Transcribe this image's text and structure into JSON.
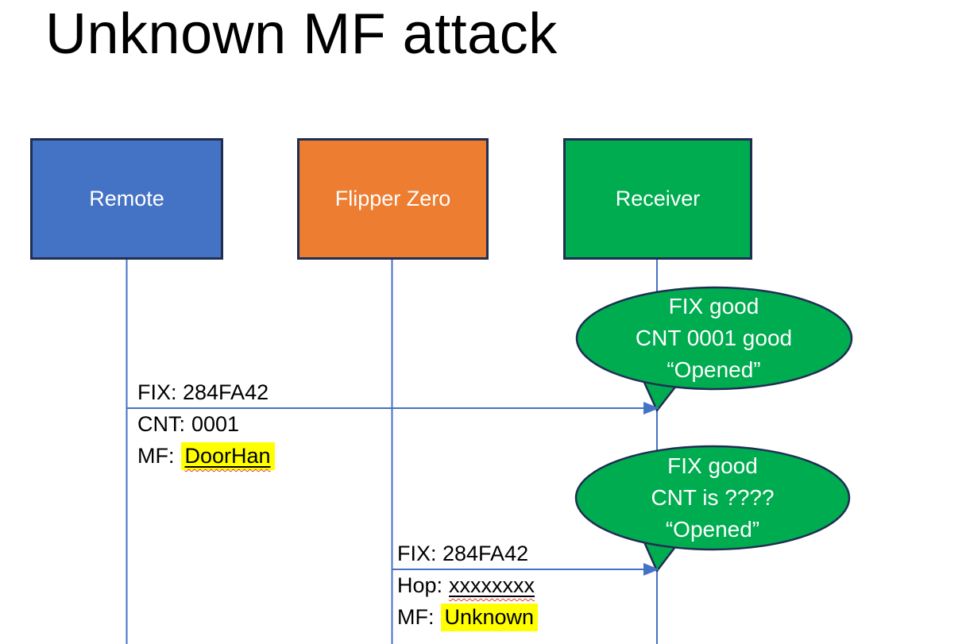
{
  "title": "Unknown MF attack",
  "actors": [
    {
      "id": "remote",
      "label": "Remote",
      "fill": "#4472C4"
    },
    {
      "id": "flipper-zero",
      "label": "Flipper Zero",
      "fill": "#ED7D31"
    },
    {
      "id": "receiver",
      "label": "Receiver",
      "fill": "#00AC50"
    }
  ],
  "messages": [
    {
      "from": "Remote",
      "to": "Receiver",
      "line1": "FIX: 284FA42",
      "line2_label": "CNT:",
      "line2_value": "0001",
      "line3_label": "MF:",
      "line3_value": "DoorHan"
    },
    {
      "from": "Flipper Zero",
      "to": "Receiver",
      "line1": "FIX: 284FA42",
      "line2_label": "Hop:",
      "line2_value": "xxxxxxxx",
      "line3_label": "MF:",
      "line3_value": "Unknown"
    }
  ],
  "callouts": [
    {
      "line1": "FIX good",
      "line2": "CNT 0001 good",
      "line3": "“Opened”"
    },
    {
      "line1": "FIX good",
      "line2": "CNT is ????",
      "line3": "“Opened”"
    }
  ],
  "colors": {
    "remote_fill": "#4472C4",
    "flipper_fill": "#ED7D31",
    "receiver_fill": "#00AC50",
    "callout_fill": "#00AC50",
    "shape_border": "#1F2E52",
    "connector": "#4472C4",
    "highlight": "#FFFF00",
    "spellcheck": "#E03A2F",
    "text_dark": "#000000",
    "text_light": "#FFFFFF"
  }
}
